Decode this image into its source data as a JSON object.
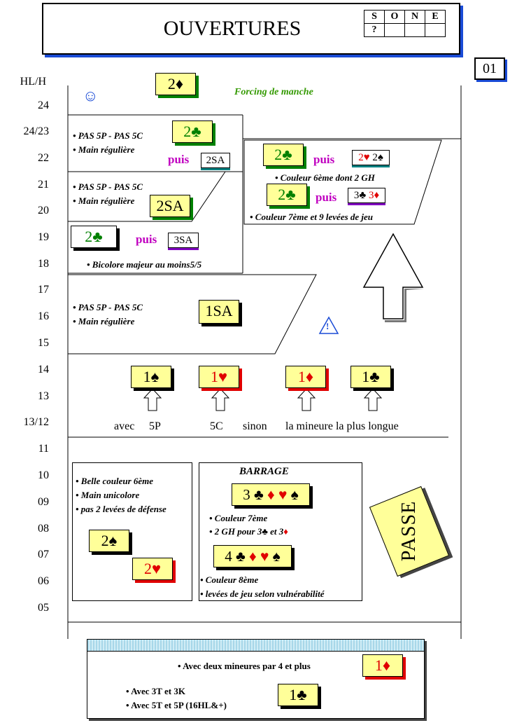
{
  "header": {
    "title": "OUVERTURES",
    "sone": {
      "row1": [
        "S",
        "O",
        "N",
        "E"
      ],
      "row2": [
        "?",
        "",
        "",
        ""
      ]
    },
    "page_number": "01"
  },
  "scale": {
    "heading": "HL/H",
    "levels": [
      "24",
      "24/23",
      "22",
      "21",
      "20",
      "19",
      "18",
      "17",
      "16",
      "15",
      "14",
      "13",
      "13/12",
      "11",
      "10",
      "09",
      "08",
      "07",
      "06",
      "05"
    ]
  },
  "top": {
    "card_2d": "2♦",
    "forcing": "Forcing de manche"
  },
  "zone_24_22": {
    "notes": [
      "• PAS 5P  - PAS 5C",
      "• Main régulière"
    ],
    "card": "2♣",
    "puis": "puis",
    "then_card": "2SA"
  },
  "zone_21_20": {
    "notes": [
      "• PAS 5P  - PAS 5C",
      "• Main régulière"
    ],
    "card": "2SA"
  },
  "zone_19_18": {
    "card": "2♣",
    "puis": "puis",
    "then_card": "3SA",
    "note": "• Bicolore majeur  au moins5/5"
  },
  "zone_right": {
    "card_a": "2♣",
    "puis_a": "puis",
    "then_a_heart": "2♥",
    "then_a_spade": "2♠",
    "note_a": "• Couleur 6ème dont 2 GH",
    "card_b": "2♣",
    "puis_b": "puis",
    "then_b_club": "3♣",
    "then_b_diamond": "3♦",
    "note_b": "• Couleur 7ème et 9 levées de jeu"
  },
  "zone_17_15": {
    "notes": [
      "• PAS 5P  - PAS 5C",
      "• Main régulière"
    ],
    "card": "1SA"
  },
  "zone_14_12": {
    "cards": [
      "1♠",
      "1♥",
      "1♦",
      "1♣"
    ],
    "labels": [
      "avec",
      "5P",
      "5C",
      "sinon",
      "la mineure la plus longue"
    ]
  },
  "zone_barrage_left": {
    "notes": [
      "• Belle couleur 6ème",
      "• Main unicolore",
      "• pas 2 levées de défense"
    ],
    "card_spade": "2♠",
    "card_heart": "2♥"
  },
  "zone_barrage": {
    "title": "BARRAGE",
    "card3": [
      "3",
      "♣",
      "♦",
      "♥",
      "♠"
    ],
    "notes3": [
      "• Couleur 7ème"
    ],
    "note3b_prefix": "• 2 GH pour 3",
    "note3b_club": "♣",
    "note3b_mid": " et 3",
    "note3b_diamond": "♦",
    "card4": [
      "4",
      "♣",
      "♦",
      "♥",
      "♠"
    ],
    "notes4": [
      "• Couleur 8ème",
      "• levées de jeu selon  vulnérabilité"
    ]
  },
  "passe": "PASSE",
  "bottom": {
    "note1": "• Avec deux mineures par 4 et plus",
    "card1": "1♦",
    "note2": "• Avec 3T et 3K",
    "note3": "• Avec 5T et 5P (16HL&+)",
    "card2": "1♣"
  },
  "colors": {
    "shadow_blue": "#1a4bd6",
    "card_yellow": "#ffff99",
    "green": "#008000",
    "red": "#e00000",
    "purple": "#c000c0"
  }
}
